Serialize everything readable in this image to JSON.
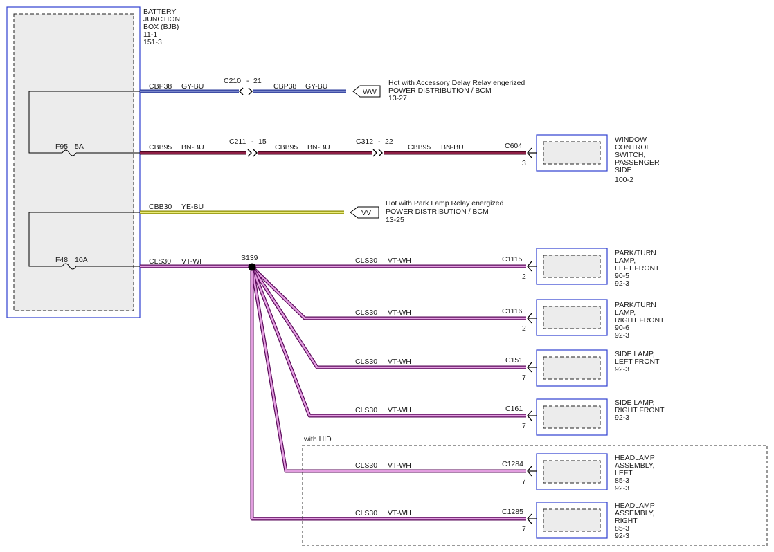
{
  "colors": {
    "gy_bu_main": "#7a86c9",
    "gy_bu_edge": "#2a3a9a",
    "bn_bu_main": "#8e1f45",
    "bn_bu_edge": "#3a0018",
    "ye_bu_main": "#e9ec7a",
    "ye_bu_edge": "#8a8a00",
    "vt_wh_main": "#e39ee0",
    "vt_wh_edge": "#5a0a5a",
    "module_border": "#2f3fd0"
  },
  "bjb": {
    "lines": [
      "BATTERY",
      "JUNCTION",
      "BOX (BJB)",
      "11-1",
      "151-3"
    ]
  },
  "fuses": [
    {
      "id": "fuse-f95",
      "label": "F95",
      "rating": "5A"
    },
    {
      "id": "fuse-f48",
      "label": "F48",
      "rating": "10A"
    }
  ],
  "circuits": {
    "cbp38_left": {
      "name": "CBP38",
      "color": "GY-BU"
    },
    "cbp38_right": {
      "name": "CBP38",
      "color": "GY-BU"
    },
    "cbb95_a": {
      "name": "CBB95",
      "color": "BN-BU"
    },
    "cbb95_b": {
      "name": "CBB95",
      "color": "BN-BU"
    },
    "cbb95_c": {
      "name": "CBB95",
      "color": "BN-BU"
    },
    "cbb30": {
      "name": "CBB30",
      "color": "YE-BU"
    },
    "cls30_main": {
      "name": "CLS30",
      "color": "VT-WH"
    }
  },
  "inline_connectors": [
    {
      "id": "c210",
      "label": "C210",
      "pin": "21"
    },
    {
      "id": "c211",
      "label": "C211",
      "pin": "15"
    },
    {
      "id": "c312",
      "label": "C312",
      "pin": "22"
    }
  ],
  "references": [
    {
      "id": "ref-ww",
      "tag": "WW",
      "lines": [
        "Hot with Accessory Delay Relay engerized",
        "POWER DISTRIBUTION / BCM",
        "13-27"
      ]
    },
    {
      "id": "ref-vv",
      "tag": "VV",
      "lines": [
        "Hot with Park Lamp Relay energized",
        "POWER DISTRIBUTION / BCM",
        "13-25"
      ]
    }
  ],
  "splice": {
    "label": "S139"
  },
  "window_switch": {
    "connector": "C604",
    "pin": "3",
    "lines": [
      "WINDOW",
      "CONTROL",
      "SWITCH,",
      "PASSENGER",
      "SIDE",
      "100-2"
    ]
  },
  "loads": [
    {
      "id": "park-turn-left",
      "circuit": "CLS30",
      "color": "VT-WH",
      "connector": "C1115",
      "pin": "2",
      "lines": [
        "PARK/TURN",
        "LAMP,",
        "LEFT FRONT",
        "90-5",
        "92-3"
      ]
    },
    {
      "id": "park-turn-right",
      "circuit": "CLS30",
      "color": "VT-WH",
      "connector": "C1116",
      "pin": "2",
      "lines": [
        "PARK/TURN",
        "LAMP,",
        "RIGHT FRONT",
        "90-6",
        "92-3"
      ]
    },
    {
      "id": "side-left",
      "circuit": "CLS30",
      "color": "VT-WH",
      "connector": "C151",
      "pin": "7",
      "lines": [
        "SIDE LAMP,",
        "LEFT FRONT",
        "92-3"
      ]
    },
    {
      "id": "side-right",
      "circuit": "CLS30",
      "color": "VT-WH",
      "connector": "C161",
      "pin": "7",
      "lines": [
        "SIDE LAMP,",
        "RIGHT FRONT",
        "92-3"
      ]
    },
    {
      "id": "headlamp-left",
      "circuit": "CLS30",
      "color": "VT-WH",
      "connector": "C1284",
      "pin": "7",
      "lines": [
        "HEADLAMP",
        "ASSEMBLY,",
        "LEFT",
        "85-3",
        "92-3"
      ]
    },
    {
      "id": "headlamp-right",
      "circuit": "CLS30",
      "color": "VT-WH",
      "connector": "C1285",
      "pin": "7",
      "lines": [
        "HEADLAMP",
        "ASSEMBLY,",
        "RIGHT",
        "85-3",
        "92-3"
      ]
    }
  ],
  "option_label": "with HID"
}
